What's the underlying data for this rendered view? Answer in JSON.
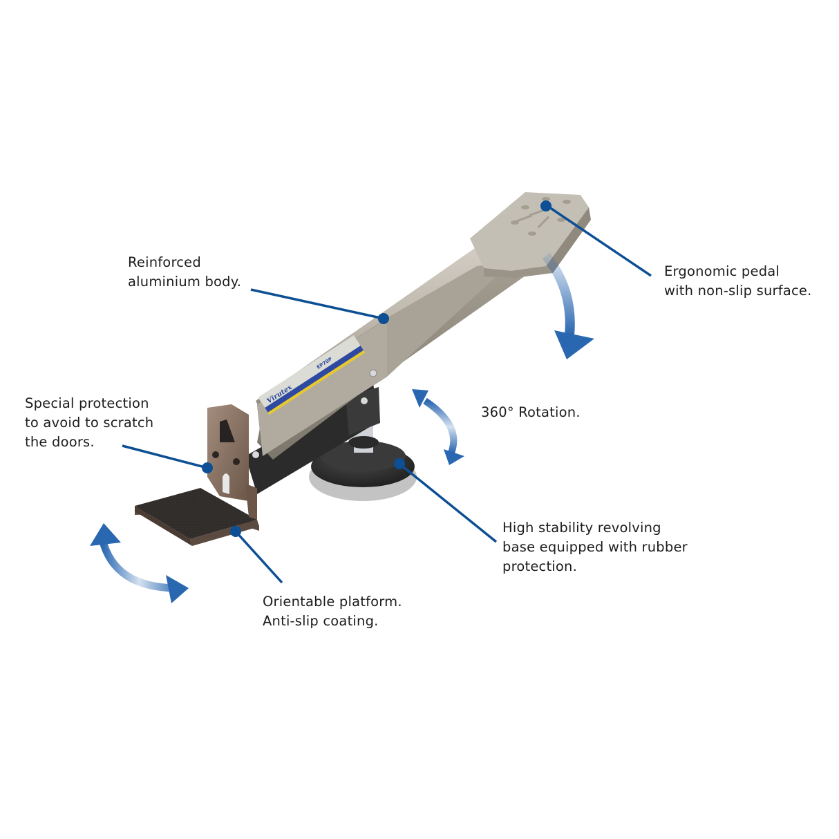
{
  "product": {
    "model": "EP70P",
    "brand_logo": "Virutex",
    "accent_color": "#0d4f94",
    "arrow_color": "#2a67b1",
    "body_color": "#b9b3a8",
    "label_blue": "#2d4aa0",
    "label_yellow": "#e8c82a"
  },
  "callouts": [
    {
      "id": "body",
      "lines": [
        "Reinforced",
        "aluminium body."
      ]
    },
    {
      "id": "pedal",
      "lines": [
        "Ergonomic pedal",
        "with non-slip surface."
      ]
    },
    {
      "id": "rotation",
      "lines": [
        "360° Rotation."
      ]
    },
    {
      "id": "protection",
      "lines": [
        "Special protection",
        "to avoid to scratch",
        "the doors."
      ]
    },
    {
      "id": "base",
      "lines": [
        "High stability revolving",
        "base equipped with rubber",
        "protection."
      ]
    },
    {
      "id": "platform",
      "lines": [
        "Orientable platform.",
        "Anti-slip coating."
      ]
    }
  ]
}
